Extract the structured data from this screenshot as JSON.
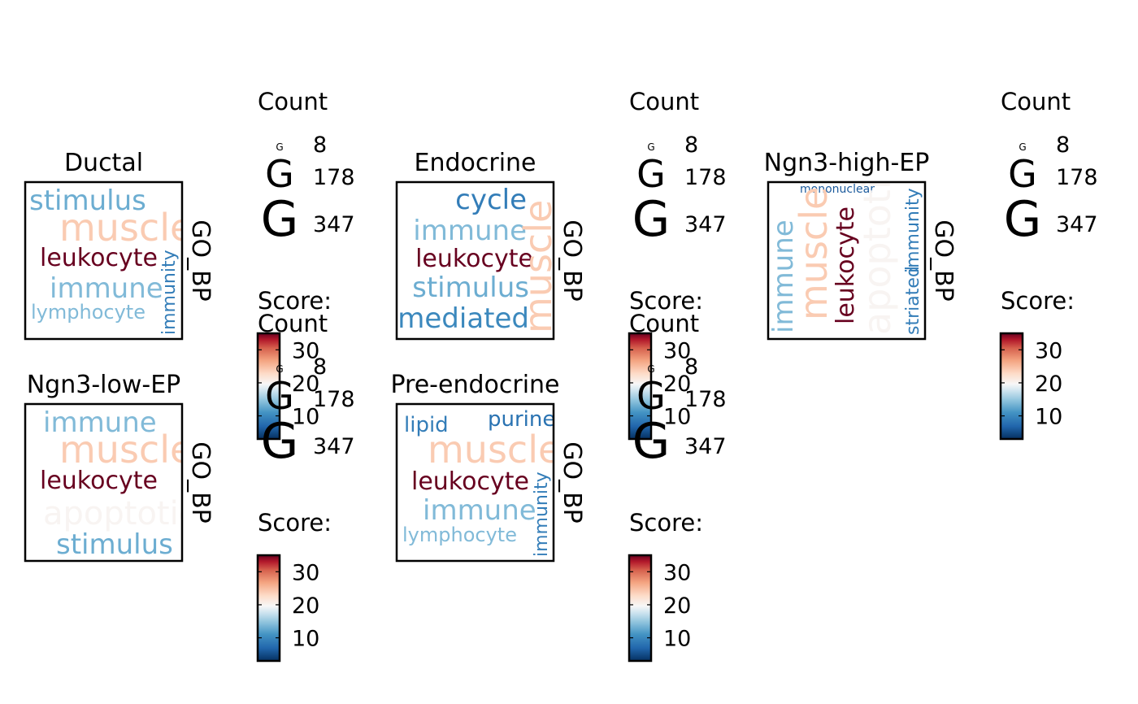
{
  "chart_data": {
    "type": "wordcloud-grid",
    "facet_label": "GO_BP",
    "count_legend": {
      "title": "Count",
      "values": [
        8,
        178,
        347
      ],
      "glyph": "G"
    },
    "score_legend": {
      "title": "Score:",
      "ticks": [
        10,
        20,
        30
      ],
      "range": [
        3,
        35
      ],
      "colormap": "RdBu_r"
    },
    "panels": [
      {
        "id": "ductal",
        "title": "Ductal",
        "words": [
          {
            "text": "stimulus",
            "score": 13,
            "size": 0.55,
            "orient": "h"
          },
          {
            "text": "muscle",
            "score": 24,
            "size": 0.75,
            "orient": "h"
          },
          {
            "text": "leukocyte",
            "score": 35,
            "size": 0.5,
            "orient": "h"
          },
          {
            "text": "immune",
            "score": 14,
            "size": 0.55,
            "orient": "h"
          },
          {
            "text": "lymphocyte",
            "score": 14,
            "size": 0.4,
            "orient": "h"
          },
          {
            "text": "immunity",
            "score": 9,
            "size": 0.38,
            "orient": "v"
          }
        ]
      },
      {
        "id": "endocrine",
        "title": "Endocrine",
        "words": [
          {
            "text": "cycle",
            "score": 9,
            "size": 0.55,
            "orient": "h"
          },
          {
            "text": "immune",
            "score": 14,
            "size": 0.55,
            "orient": "h"
          },
          {
            "text": "leukocyte",
            "score": 35,
            "size": 0.5,
            "orient": "h"
          },
          {
            "text": "stimulus",
            "score": 13,
            "size": 0.55,
            "orient": "h"
          },
          {
            "text": "mediated",
            "score": 10,
            "size": 0.55,
            "orient": "h"
          },
          {
            "text": "muscle",
            "score": 24,
            "size": 0.75,
            "orient": "v"
          }
        ]
      },
      {
        "id": "ngn3-high-ep",
        "title": "Ngn3-high-EP",
        "words": [
          {
            "text": "mononuclear",
            "score": 6,
            "size": 0.25,
            "orient": "h"
          },
          {
            "text": "immune",
            "score": 14,
            "size": 0.55,
            "orient": "v"
          },
          {
            "text": "muscle",
            "score": 24,
            "size": 0.75,
            "orient": "v"
          },
          {
            "text": "leukocyte",
            "score": 35,
            "size": 0.5,
            "orient": "v"
          },
          {
            "text": "apoptotic",
            "score": 20,
            "size": 0.75,
            "orient": "v"
          },
          {
            "text": "striated",
            "score": 9,
            "size": 0.38,
            "orient": "v"
          },
          {
            "text": "immunity",
            "score": 9,
            "size": 0.38,
            "orient": "v"
          }
        ]
      },
      {
        "id": "ngn3-low-ep",
        "title": "Ngn3-low-EP",
        "words": [
          {
            "text": "immune",
            "score": 14,
            "size": 0.55,
            "orient": "h"
          },
          {
            "text": "muscle",
            "score": 24,
            "size": 0.75,
            "orient": "h"
          },
          {
            "text": "leukocyte",
            "score": 35,
            "size": 0.5,
            "orient": "h"
          },
          {
            "text": "apoptotic",
            "score": 20,
            "size": 0.65,
            "orient": "h"
          },
          {
            "text": "stimulus",
            "score": 13,
            "size": 0.55,
            "orient": "h"
          }
        ]
      },
      {
        "id": "pre-endocrine",
        "title": "Pre-endocrine",
        "words": [
          {
            "text": "lipid",
            "score": 9,
            "size": 0.45,
            "orient": "h"
          },
          {
            "text": "purine",
            "score": 8,
            "size": 0.45,
            "orient": "h"
          },
          {
            "text": "muscle",
            "score": 24,
            "size": 0.75,
            "orient": "h"
          },
          {
            "text": "leukocyte",
            "score": 35,
            "size": 0.5,
            "orient": "h"
          },
          {
            "text": "immune",
            "score": 14,
            "size": 0.55,
            "orient": "h"
          },
          {
            "text": "lymphocyte",
            "score": 14,
            "size": 0.4,
            "orient": "h"
          },
          {
            "text": "immunity",
            "score": 9,
            "size": 0.38,
            "orient": "v"
          }
        ]
      }
    ]
  }
}
